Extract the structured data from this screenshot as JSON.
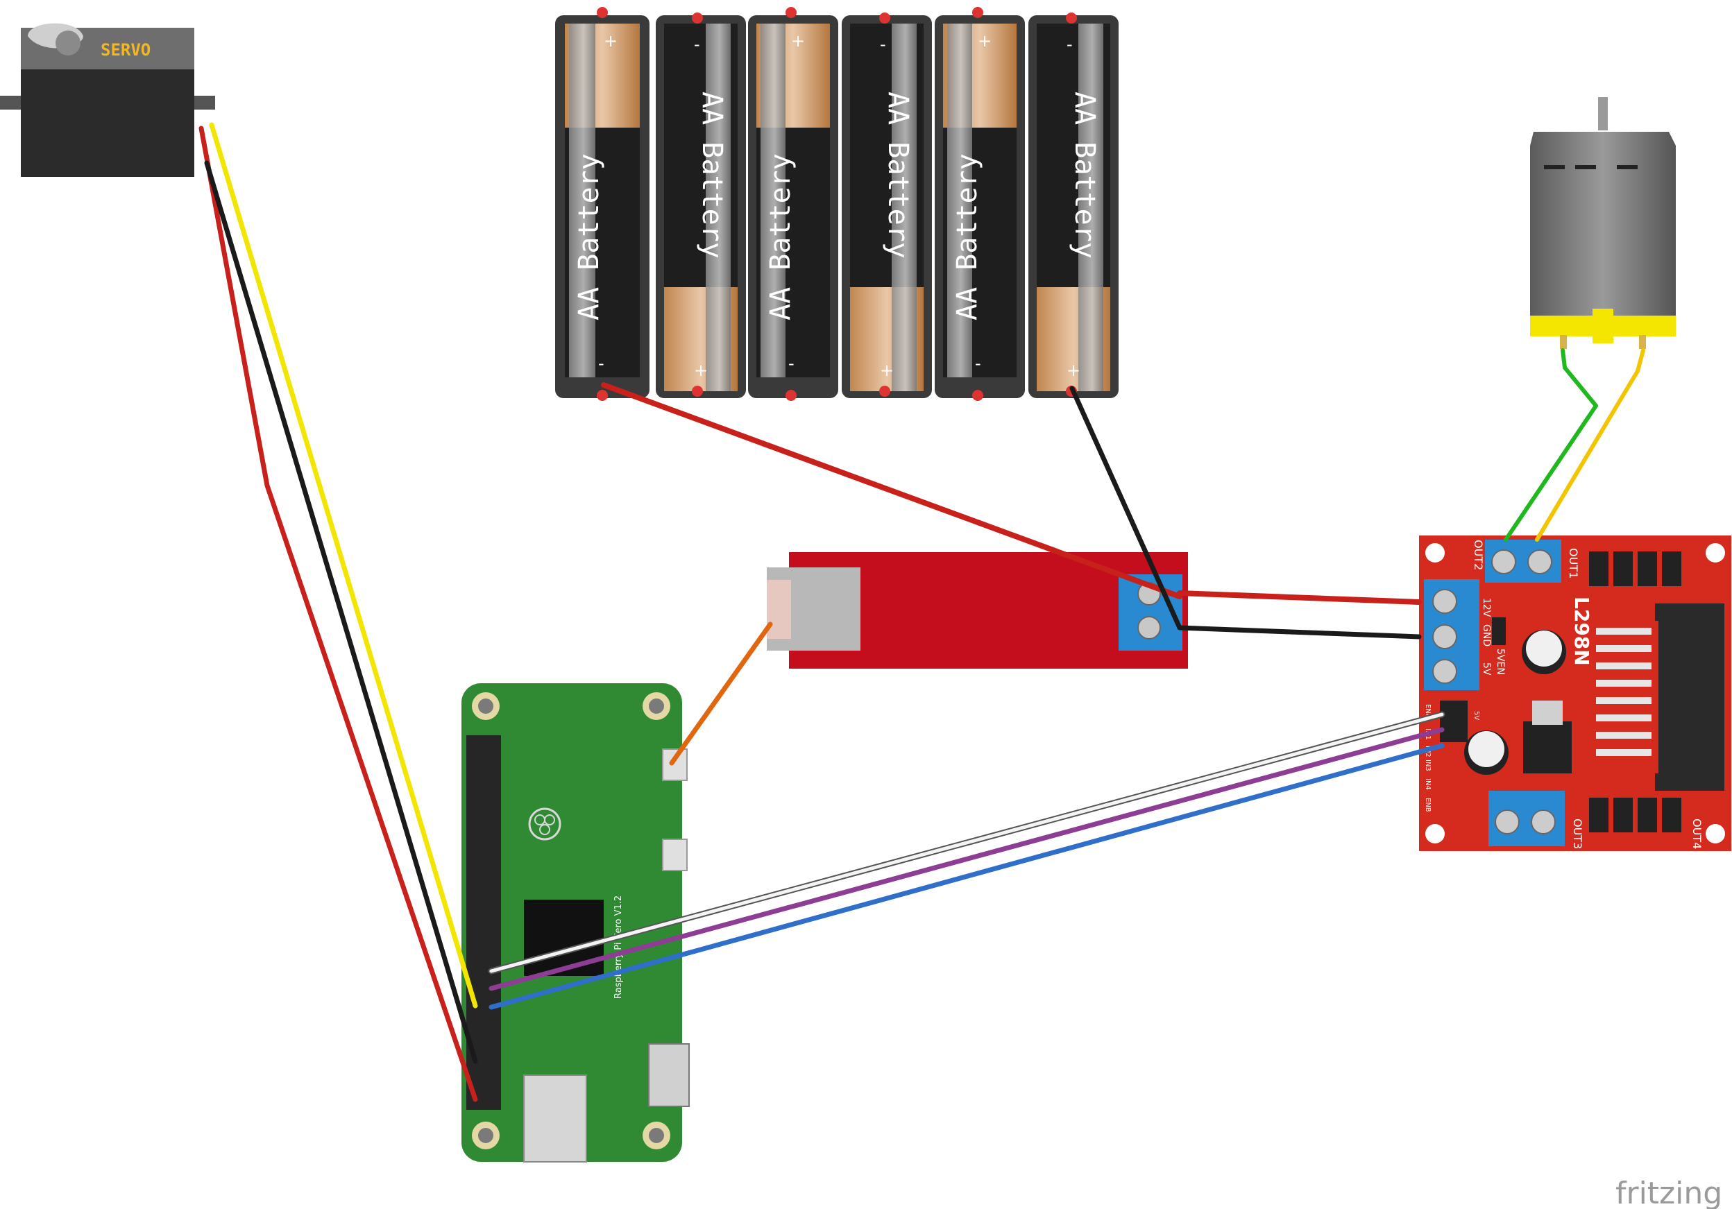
{
  "battery": {
    "label": "AA Battery",
    "plus": "+",
    "minus": "-"
  },
  "servo": {
    "label": "SERVO"
  },
  "driver": {
    "chip": "L298N",
    "out1": "OUT1",
    "out2": "OUT2",
    "out3": "OUT3",
    "out4": "OUT4",
    "v12": "12V",
    "gnd": "GND",
    "v5": "5V",
    "v5en": "5VEN",
    "pin_labels": [
      "ENA",
      "IN1",
      "IN2",
      "IN3",
      "IN4",
      "ENB"
    ],
    "pin_5v": "5V"
  },
  "pi": {
    "label": "Raspberry Pi Zero V1.2"
  },
  "watermark": {
    "text": "fritzing"
  },
  "colors": {
    "red_wire": "#c8201a",
    "black_wire": "#1a1a1a",
    "yellow_wire": "#f2e600",
    "green_wire": "#1fb81f",
    "orange_wire": "#e0670f",
    "white_wire": "#f4f4f4",
    "purple_wire": "#8d3d93",
    "blue_wire": "#2f6ec9",
    "driver_board": "#d52b1e",
    "pi_board": "#2f8a33",
    "power_board": "#c40e1d",
    "terminal_blue": "#2a8ad1"
  }
}
